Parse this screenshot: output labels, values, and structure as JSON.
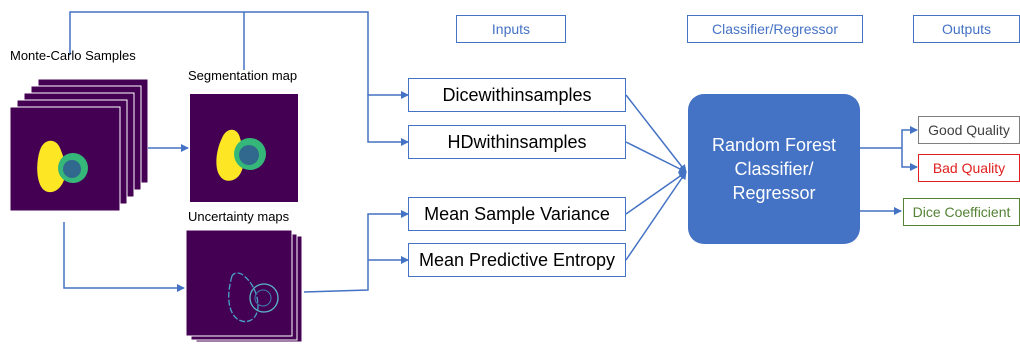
{
  "labels": {
    "monte_carlo": "Monte-Carlo Samples",
    "segmentation_map": "Segmentation map",
    "uncertainty_maps": "Uncertainty maps"
  },
  "headers": {
    "inputs": "Inputs",
    "classifier": "Classifier/Regressor",
    "outputs": "Outputs"
  },
  "inputs": [
    "Dicewithinsamples",
    "HDwithinsamples",
    "Mean Sample Variance",
    "Mean Predictive Entropy"
  ],
  "model": {
    "line1": "Random Forest",
    "line2": "Classifier/",
    "line3": "Regressor"
  },
  "outputs": {
    "good": "Good Quality",
    "bad": "Bad Quality",
    "dice": "Dice Coefficient"
  },
  "colors": {
    "accent": "#4472c4",
    "map_background": "#440154",
    "segment_yellow": "#fde725",
    "segment_teal": "#31688e",
    "segment_green": "#35b779",
    "good_text": "#404040",
    "bad_text": "#e02020",
    "dice_text": "#548235",
    "bad_border": "#e02020",
    "dice_border": "#548235"
  }
}
